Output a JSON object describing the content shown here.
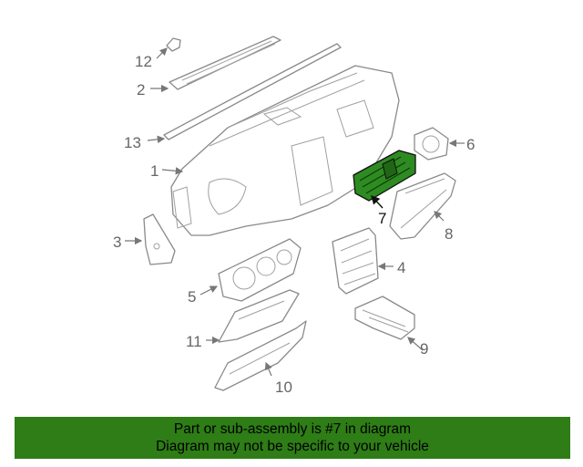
{
  "diagram": {
    "callouts": {
      "c1": "1",
      "c2": "2",
      "c3": "3",
      "c4": "4",
      "c5": "5",
      "c6": "6",
      "c7": "7",
      "c8": "8",
      "c9": "9",
      "c10": "10",
      "c11": "11",
      "c12": "12",
      "c13": "13"
    },
    "highlighted_part": "7",
    "highlight_color": "#2e8b22"
  },
  "banner": {
    "line1": "Part or sub-assembly is #7 in diagram",
    "line2": "Diagram may not be specific to your vehicle",
    "background": "#2e7d16"
  }
}
